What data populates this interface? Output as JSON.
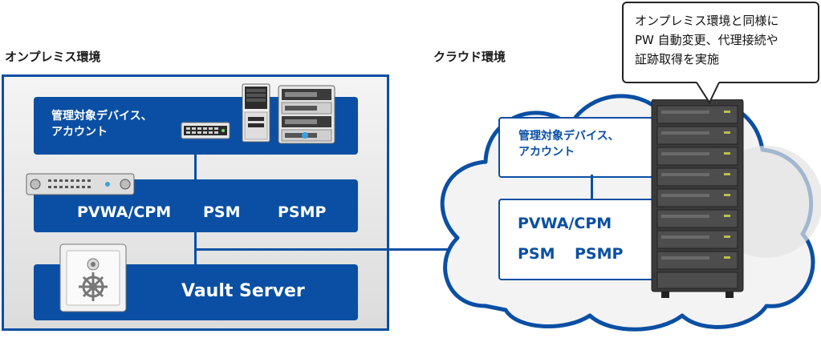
{
  "onprem": {
    "title": "オンプレミス環境",
    "devices_label_line1": "管理対象デバイス、",
    "devices_label_line2": "アカウント",
    "components": [
      "PVWA/CPM",
      "PSM",
      "PSMP"
    ],
    "vault_label": "Vault Server"
  },
  "cloud": {
    "title": "クラウド環境",
    "devices_label_line1": "管理対象デバイス、",
    "devices_label_line2": "アカウント",
    "component_line1": "PVWA/CPM",
    "component_line2a": "PSM",
    "component_line2b": "PSMP"
  },
  "callout": {
    "text": "オンプレミス環境と同様に\nPW 自動変更、代理接続や\n証跡取得を実施"
  },
  "colors": {
    "primary": "#0a4fa3",
    "cloud_fill": "#f3f3f3",
    "server_dark": "#3a3a3a"
  },
  "icons": [
    "network-switch-icon",
    "tower-server-icon",
    "rack-server-icon",
    "rack-unit-icon",
    "vault-safe-icon",
    "cloud-server-rack-icon"
  ]
}
